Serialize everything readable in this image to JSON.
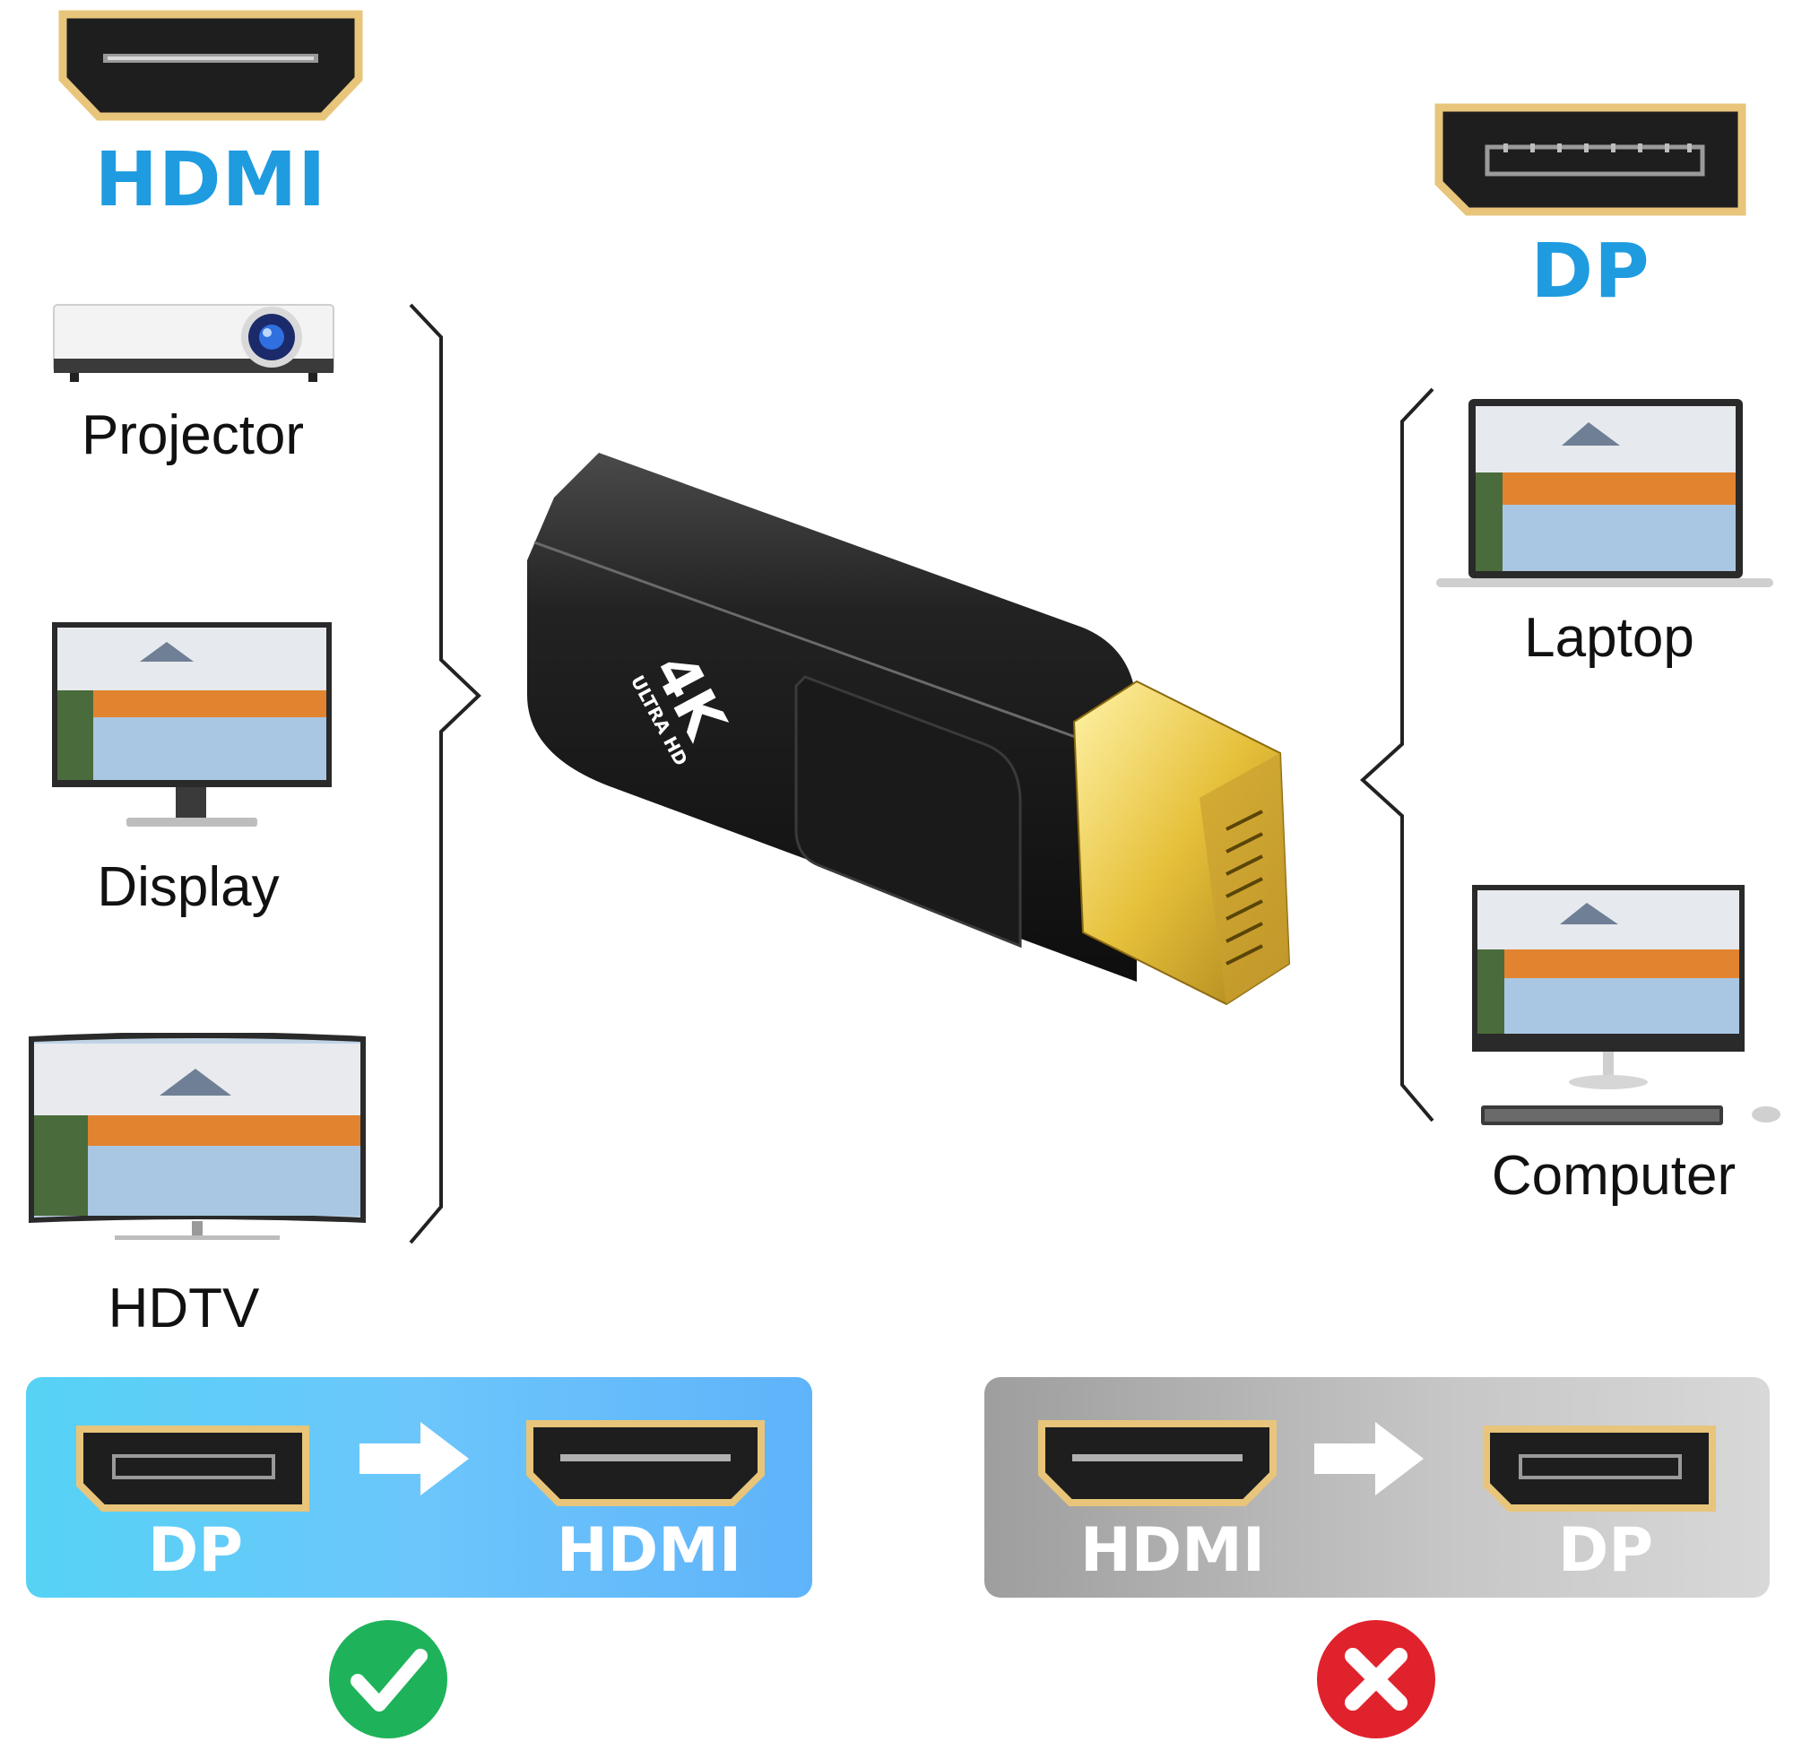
{
  "top_left": {
    "label": "HDMI"
  },
  "top_right": {
    "label": "DP"
  },
  "left_devices": [
    {
      "label": "Projector"
    },
    {
      "label": "Display"
    },
    {
      "label": "HDTV"
    }
  ],
  "right_devices": [
    {
      "label": "Laptop"
    },
    {
      "label": "Computer"
    }
  ],
  "adapter": {
    "print_big": "4K",
    "print_small": "ULTRA HD"
  },
  "supported": {
    "from": "DP",
    "to": "HDMI"
  },
  "unsupported": {
    "from": "HDMI",
    "to": "DP"
  },
  "colors": {
    "accent_blue": "#1f9be0",
    "gold": "#e8c57a",
    "ok_green": "#1eb35a",
    "bad_red": "#e0222c"
  }
}
